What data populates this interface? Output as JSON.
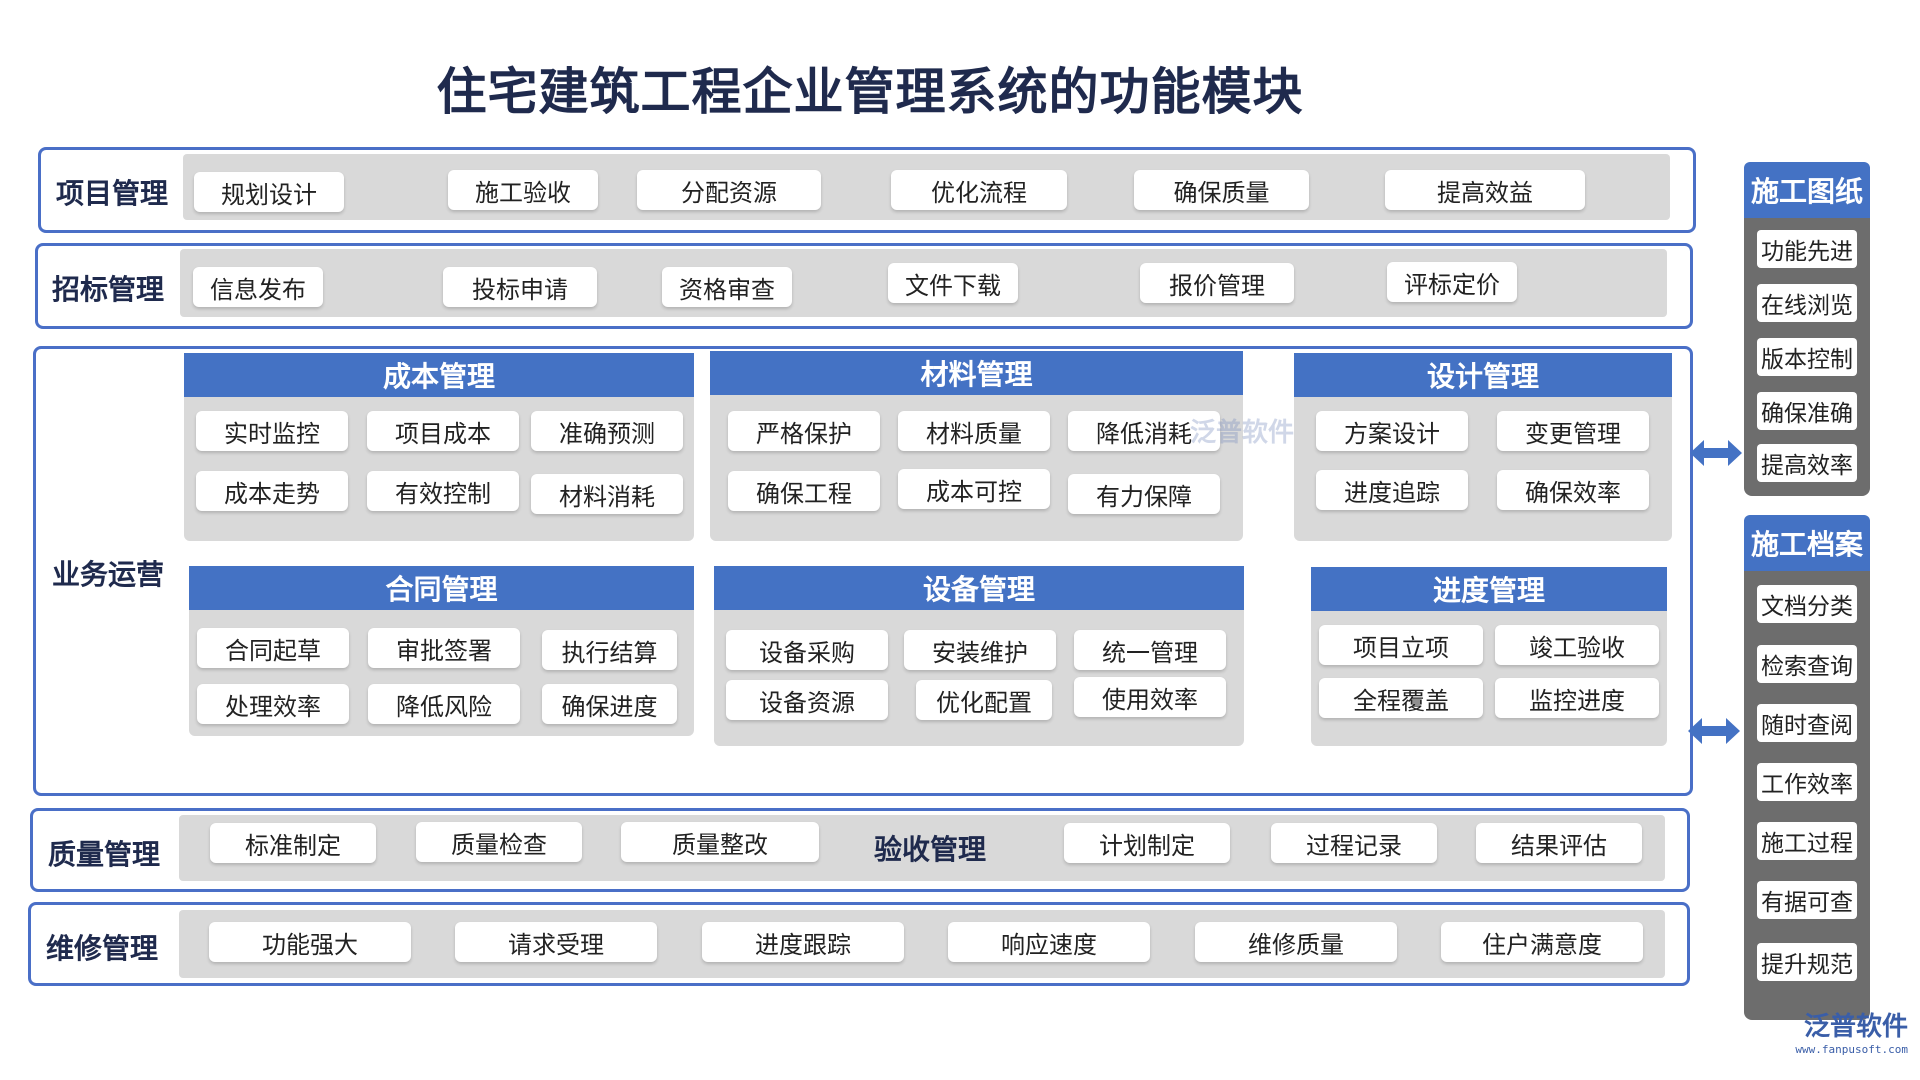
{
  "title": "住宅建筑工程企业管理系统的功能模块",
  "rows": {
    "project": {
      "label": "项目管理",
      "items": [
        "规划设计",
        "施工验收",
        "分配资源",
        "优化流程",
        "确保质量",
        "提高效益"
      ]
    },
    "bidding": {
      "label": "招标管理",
      "items": [
        "信息发布",
        "投标申请",
        "资格审查",
        "文件下载",
        "报价管理",
        "评标定价"
      ]
    },
    "business": {
      "label": "业务运营",
      "modules": [
        {
          "title": "成本管理",
          "items": [
            "实时监控",
            "项目成本",
            "准确预测",
            "成本走势",
            "有效控制",
            "材料消耗"
          ]
        },
        {
          "title": "材料管理",
          "items": [
            "严格保护",
            "材料质量",
            "降低消耗",
            "确保工程",
            "成本可控",
            "有力保障"
          ]
        },
        {
          "title": "设计管理",
          "items": [
            "方案设计",
            "变更管理",
            "进度追踪",
            "确保效率"
          ]
        },
        {
          "title": "合同管理",
          "items": [
            "合同起草",
            "审批签署",
            "执行结算",
            "处理效率",
            "降低风险",
            "确保进度"
          ]
        },
        {
          "title": "设备管理",
          "items": [
            "设备采购",
            "安装维护",
            "统一管理",
            "设备资源",
            "优化配置",
            "使用效率"
          ]
        },
        {
          "title": "进度管理",
          "items": [
            "项目立项",
            "竣工验收",
            "全程覆盖",
            "监控进度"
          ]
        }
      ]
    },
    "quality": {
      "label": "质量管理",
      "items": [
        "标准制定",
        "质量检查",
        "质量整改"
      ],
      "inline_label": "验收管理",
      "items2": [
        "计划制定",
        "过程记录",
        "结果评估"
      ]
    },
    "maintenance": {
      "label": "维修管理",
      "items": [
        "功能强大",
        "请求受理",
        "进度跟踪",
        "响应速度",
        "维修质量",
        "住户满意度"
      ]
    }
  },
  "side": {
    "drawings": {
      "title": "施工图纸",
      "items": [
        "功能先进",
        "在线浏览",
        "版本控制",
        "确保准确",
        "提高效率"
      ]
    },
    "archives": {
      "title": "施工档案",
      "items": [
        "文档分类",
        "检索查询",
        "随时查阅",
        "工作效率",
        "施工过程",
        "有据可查",
        "提升规范"
      ]
    }
  },
  "watermark": "泛普软件",
  "logo": {
    "text": "泛普软件",
    "url": "www.fanpusoft.com"
  },
  "colors": {
    "accent": "#4472c4",
    "frame": "#4a6fc7",
    "bar": "#d9d9d9",
    "side": "#6d6d6d"
  }
}
